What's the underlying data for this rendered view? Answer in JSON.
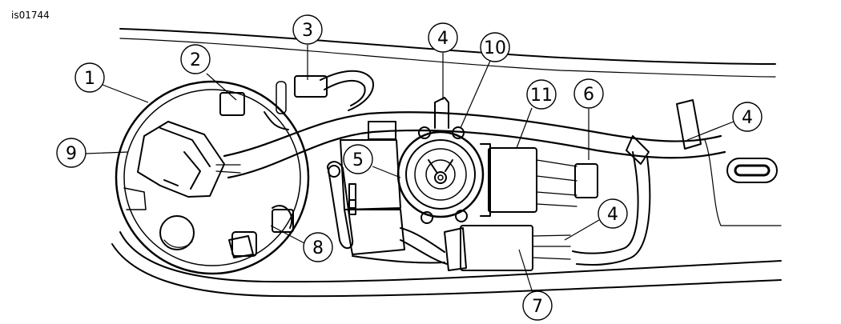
{
  "figure_id": "is01744",
  "callouts": [
    {
      "id": "c1",
      "label": "1"
    },
    {
      "id": "c2",
      "label": "2"
    },
    {
      "id": "c3",
      "label": "3"
    },
    {
      "id": "c4a",
      "label": "4"
    },
    {
      "id": "c10",
      "label": "10"
    },
    {
      "id": "c11",
      "label": "11"
    },
    {
      "id": "c6",
      "label": "6"
    },
    {
      "id": "c4b",
      "label": "4"
    },
    {
      "id": "c9",
      "label": "9"
    },
    {
      "id": "c5",
      "label": "5"
    },
    {
      "id": "c4c",
      "label": "4"
    },
    {
      "id": "c8",
      "label": "8"
    },
    {
      "id": "c7",
      "label": "7"
    }
  ],
  "colors": {
    "line": "#000000",
    "background": "#ffffff",
    "shade": "#e6e6e6"
  }
}
